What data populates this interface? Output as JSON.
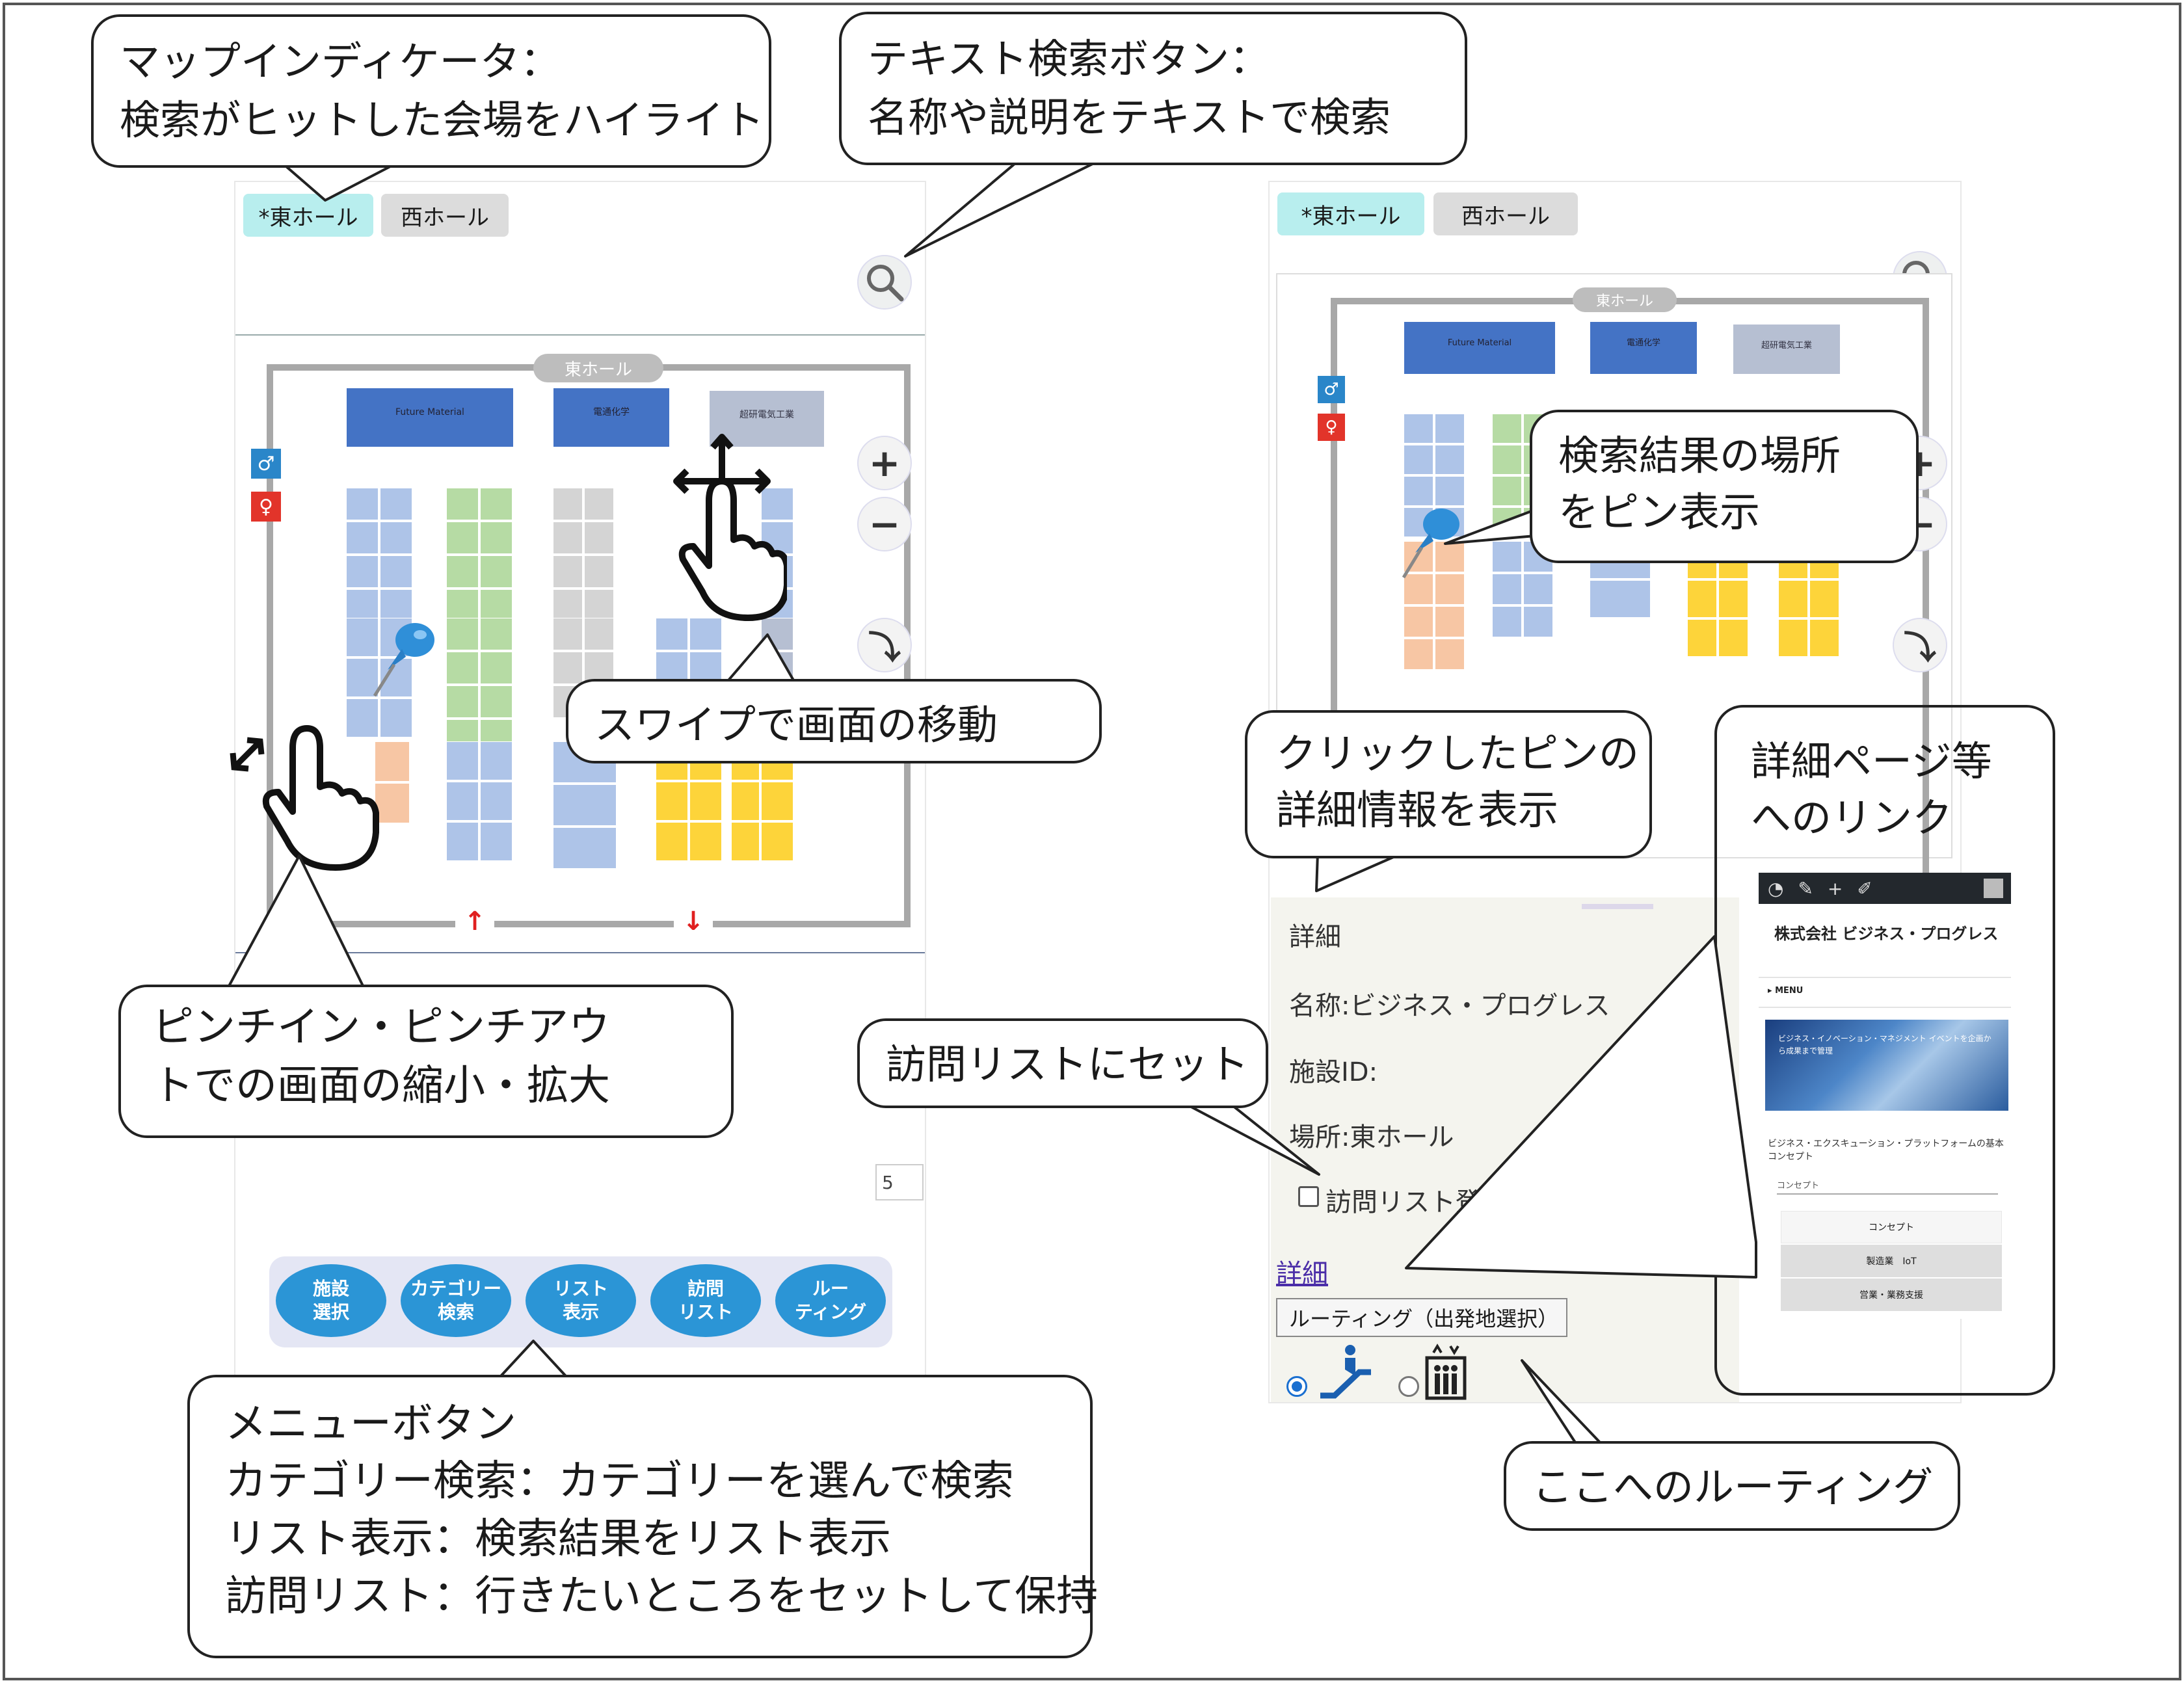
{
  "left_screen": {
    "tabs": [
      "*東ホール",
      "西ホール"
    ],
    "hall_label": "東ホール",
    "booths_top": [
      "Future Material",
      "電通化学",
      "超研電気工業"
    ],
    "counter_value": "5"
  },
  "right_screen": {
    "tabs": [
      "*東ホール",
      "西ホール"
    ],
    "hall_label": "東ホール",
    "booths_top": [
      "Future Material",
      "電通化学",
      "超研電気工業"
    ],
    "details": {
      "heading": "詳細",
      "name_line": "名称:ビジネス・プログレス",
      "facility_id_label": "施設ID:",
      "location_line": "場所:東ホール",
      "visit_checkbox_label": "訪問リスト登録",
      "detail_link": "詳細",
      "routing_button": "ルーティング（出発地選択）"
    }
  },
  "phone": {
    "company": "株式会社 ビジネス・プログレス",
    "menu": "MENU",
    "banner_text": "ビジネス・イノベーション・マネジメント イベントを企画から成果まで管理",
    "section_title": "ビジネス・エクスキューション・プラットフォームの基本コンセプト",
    "section_sub": "コンセプト",
    "items": [
      "コンセプト",
      "製造業　IoT",
      "営業・業務支援"
    ]
  },
  "menu_buttons": [
    "施設\n選択",
    "カテゴリー\n検索",
    "リスト\n表示",
    "訪問\nリスト",
    "ルー\nティング"
  ],
  "callouts": {
    "map_indicator": "マップインディケータ：\n検索がヒットした会場をハイライト",
    "text_search": "テキスト検索ボタン：\n名称や説明をテキストで検索",
    "swipe": "スワイプで画面の移動",
    "pinch": "ピンチイン・ピンチアウ\nトでの画面の縮小・拡大",
    "menu": "メニューボタン\nカテゴリー検索：カテゴリーを選んで検索\nリスト表示：検索結果をリスト表示\n訪問リスト：行きたいところをセットして保持",
    "search_pin": "検索結果の場所\nをピン表示",
    "click_pin": "クリックしたピンの\n詳細情報を表示",
    "detail_link": "詳細ページ等\nへのリンク",
    "visit_set": "訪問リストにセット",
    "routing_here": "ここへのルーティング"
  },
  "colors": {
    "accent_blue": "#2b95d6",
    "tab_active": "#b8eeee",
    "pin": "#2f8fd8"
  }
}
